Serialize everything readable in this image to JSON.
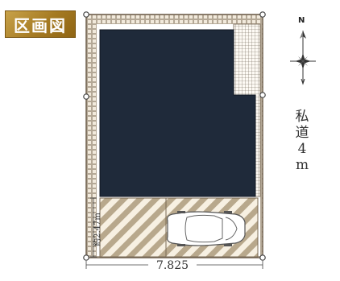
{
  "header": {
    "badge_label": "区画図"
  },
  "compass": {
    "north_label": "N"
  },
  "road": {
    "chars": [
      "私",
      "道",
      "4",
      "m"
    ]
  },
  "dimensions": {
    "frontage": "7.825",
    "side": "約2.47m"
  },
  "colors": {
    "building": "#1f2a3a",
    "boundary": "#7a6a55",
    "brick": "#e9dfcf",
    "badge": "#b08a35"
  },
  "icons": [
    "compass-rose-icon",
    "car-icon"
  ]
}
